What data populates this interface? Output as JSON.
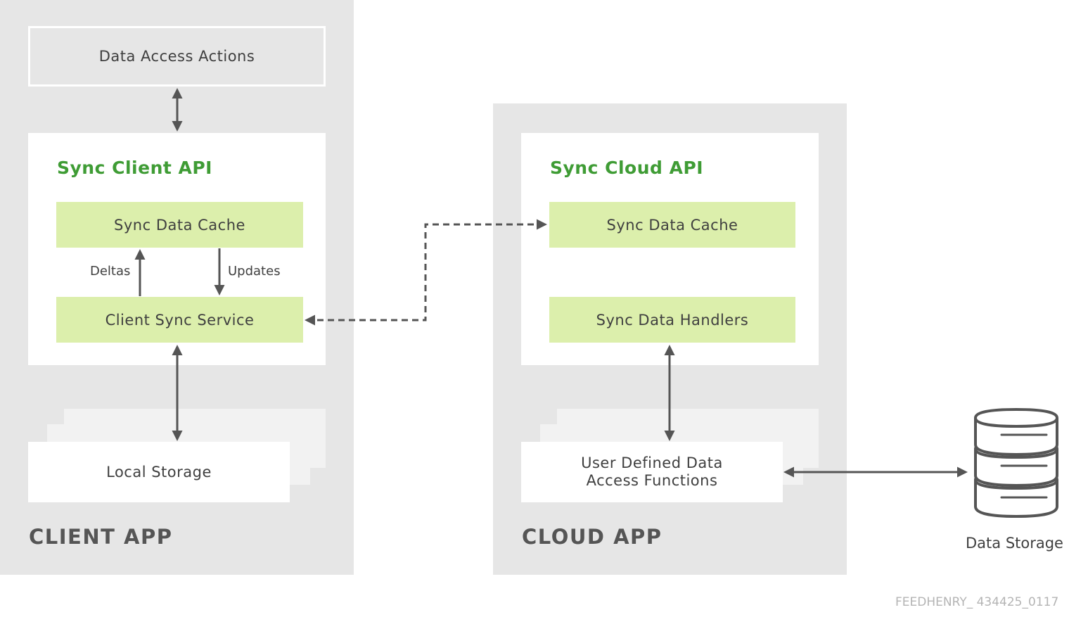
{
  "client_app": {
    "title": "CLIENT APP",
    "data_access_actions": "Data Access Actions",
    "api_title": "Sync Client API",
    "sync_data_cache": "Sync Data Cache",
    "client_sync_service": "Client Sync Service",
    "deltas_label": "Deltas",
    "updates_label": "Updates",
    "local_storage": "Local Storage"
  },
  "cloud_app": {
    "title": "CLOUD APP",
    "api_title": "Sync Cloud API",
    "sync_data_cache": "Sync Data Cache",
    "sync_data_handlers": "Sync Data Handlers",
    "user_defined_line1": "User Defined Data",
    "user_defined_line2": "Access Functions"
  },
  "data_storage": {
    "label": "Data Storage"
  },
  "figure_id": "FEEDHENRY_ 434425_0117",
  "colors": {
    "panel": "#e6e6e6",
    "green_box": "#dcefac",
    "api_title": "#3f9c35",
    "arrow": "#555555"
  },
  "icons": {
    "database": "database-icon"
  }
}
